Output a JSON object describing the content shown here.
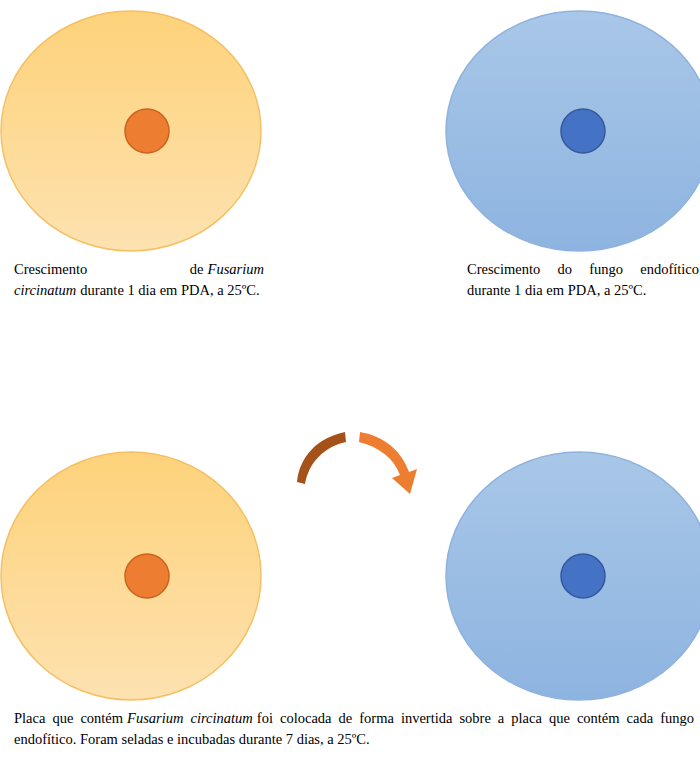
{
  "diagram": {
    "labels": [
      "Crescimento de",
      "Fusarium circinatum",
      "durante 1 dia em PDA, a 25ºC.",
      "Crescimento do fungo endofítico durante 1 dia em PDA, a 25ºC.",
      "Placa que contém",
      "Fusarium circinatum",
      "foi colocada de forma invertida sobre a placa que contém cada fungo endofítico. Foram seladas e incubadas durante 7 dias, a 25ºC."
    ]
  }
}
